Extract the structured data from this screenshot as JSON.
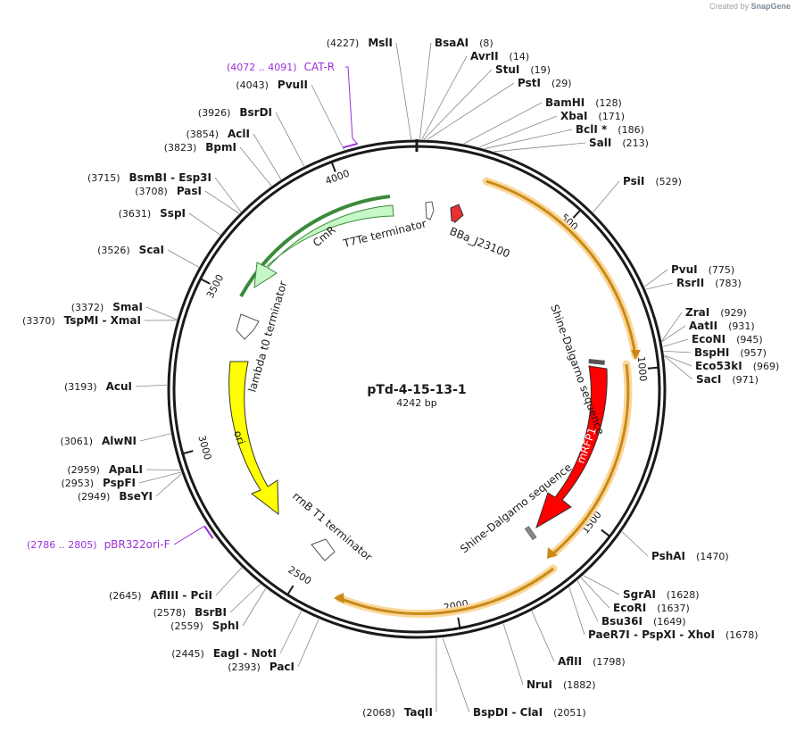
{
  "credit": {
    "prefix": "Created by",
    "brand": "SnapGene"
  },
  "plasmid": {
    "name": "pTd-4-15-13-1",
    "length_label": "4242 bp",
    "length": 4242
  },
  "colors": {
    "backbone": "#1a1a1a",
    "orange": "#f5a623",
    "cmr": "#c6f7c6",
    "cmr_stroke": "#3a8a3a",
    "ori": "#ffff00",
    "mrfp": "#ff0000",
    "primer": "#9b30d9",
    "promoter": "#e83030"
  },
  "tick_labels": [
    "500",
    "1000",
    "1500",
    "2000",
    "2500",
    "3000",
    "3500",
    "4000"
  ],
  "enzymes": [
    {
      "name": "MslI",
      "pos": 4227,
      "label": "(4227)"
    },
    {
      "name": "BsaAI",
      "pos": 8,
      "label": "(8)"
    },
    {
      "name": "AvrII",
      "pos": 14,
      "label": "(14)"
    },
    {
      "name": "StuI",
      "pos": 19,
      "label": "(19)"
    },
    {
      "name": "PstI",
      "pos": 29,
      "label": "(29)"
    },
    {
      "name": "BamHI",
      "pos": 128,
      "label": "(128)"
    },
    {
      "name": "XbaI",
      "pos": 171,
      "label": "(171)"
    },
    {
      "name": "BclI *",
      "pos": 186,
      "label": "(186)"
    },
    {
      "name": "SalI",
      "pos": 213,
      "label": "(213)"
    },
    {
      "name": "PsiI",
      "pos": 529,
      "label": "(529)"
    },
    {
      "name": "PvuI",
      "pos": 775,
      "label": "(775)"
    },
    {
      "name": "RsrII",
      "pos": 783,
      "label": "(783)"
    },
    {
      "name": "ZraI",
      "pos": 929,
      "label": "(929)"
    },
    {
      "name": "AatII",
      "pos": 931,
      "label": "(931)"
    },
    {
      "name": "EcoNI",
      "pos": 945,
      "label": "(945)"
    },
    {
      "name": "BspHI",
      "pos": 957,
      "label": "(957)"
    },
    {
      "name": "Eco53kI",
      "pos": 969,
      "label": "(969)"
    },
    {
      "name": "SacI",
      "pos": 971,
      "label": "(971)"
    },
    {
      "name": "PshAI",
      "pos": 1470,
      "label": "(1470)"
    },
    {
      "name": "SgrAI",
      "pos": 1628,
      "label": "(1628)"
    },
    {
      "name": "EcoRI",
      "pos": 1637,
      "label": "(1637)"
    },
    {
      "name": "Bsu36I",
      "pos": 1649,
      "label": "(1649)"
    },
    {
      "name": "PaeR7I  -  PspXI  -  XhoI",
      "pos": 1678,
      "label": "(1678)"
    },
    {
      "name": "AflII",
      "pos": 1798,
      "label": "(1798)"
    },
    {
      "name": "NruI",
      "pos": 1882,
      "label": "(1882)"
    },
    {
      "name": "BspDI  -  ClaI",
      "pos": 2051,
      "label": "(2051)"
    },
    {
      "name": "TaqII",
      "pos": 2068,
      "label": "(2068)"
    },
    {
      "name": "PacI",
      "pos": 2393,
      "label": "(2393)"
    },
    {
      "name": "EagI  -  NotI",
      "pos": 2445,
      "label": "(2445)"
    },
    {
      "name": "SphI",
      "pos": 2559,
      "label": "(2559)"
    },
    {
      "name": "BsrBI",
      "pos": 2578,
      "label": "(2578)"
    },
    {
      "name": "AflIII  -  PciI",
      "pos": 2645,
      "label": "(2645)"
    },
    {
      "name": "BseYI",
      "pos": 2949,
      "label": "(2949)"
    },
    {
      "name": "PspFI",
      "pos": 2953,
      "label": "(2953)"
    },
    {
      "name": "ApaLI",
      "pos": 2959,
      "label": "(2959)"
    },
    {
      "name": "AlwNI",
      "pos": 3061,
      "label": "(3061)"
    },
    {
      "name": "AcuI",
      "pos": 3193,
      "label": "(3193)"
    },
    {
      "name": "TspMI  -  XmaI",
      "pos": 3370,
      "label": "(3370)"
    },
    {
      "name": "SmaI",
      "pos": 3372,
      "label": "(3372)"
    },
    {
      "name": "ScaI",
      "pos": 3526,
      "label": "(3526)"
    },
    {
      "name": "SspI",
      "pos": 3631,
      "label": "(3631)"
    },
    {
      "name": "PasI",
      "pos": 3708,
      "label": "(3708)"
    },
    {
      "name": "BsmBI  -  Esp3I",
      "pos": 3715,
      "label": "(3715)"
    },
    {
      "name": "BpmI",
      "pos": 3823,
      "label": "(3823)"
    },
    {
      "name": "AclI",
      "pos": 3854,
      "label": "(3854)"
    },
    {
      "name": "BsrDI",
      "pos": 3926,
      "label": "(3926)"
    },
    {
      "name": "PvuII",
      "pos": 4043,
      "label": "(4043)"
    }
  ],
  "primers": [
    {
      "name": "CAT-R",
      "label": "(4072 .. 4091)",
      "pos": 4082
    },
    {
      "name": "pBR322ori-F",
      "label": "(2786 .. 2805)",
      "pos": 2795
    }
  ],
  "features": {
    "cmr": "CmR",
    "ori": "ori",
    "mrfp1": "mRFP1",
    "t7te": "T7Te terminator",
    "bba": "BBa_J23100",
    "lambda": "lambda t0 terminator",
    "rrnb": "rrnB T1 terminator",
    "sd1": "Shine-Dalgarno sequence",
    "sd2": "Shine-Dalgarno sequence"
  }
}
